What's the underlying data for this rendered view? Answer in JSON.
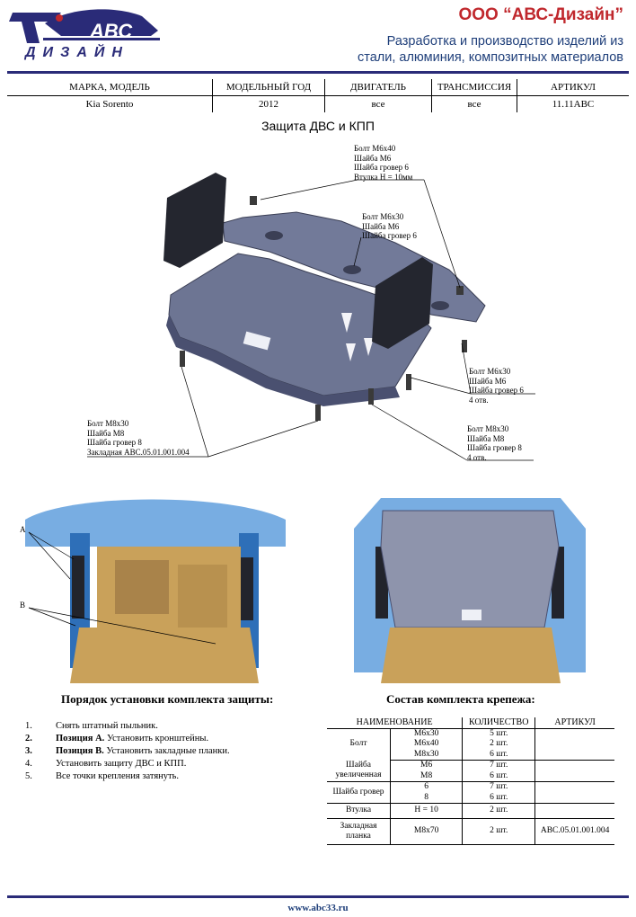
{
  "header": {
    "company": "ООО “АВС-Дизайн”",
    "subtitle_line1": "Разработка и производство изделий из",
    "subtitle_line2": "стали, алюминия, композитных материалов",
    "logo_text_top": "АВС",
    "logo_text_bottom": "ДИЗАЙН"
  },
  "info_table": {
    "headers": [
      "МАРКА, МОДЕЛЬ",
      "МОДЕЛЬНЫЙ ГОД",
      "ДВИГАТЕЛЬ",
      "ТРАНСМИССИЯ",
      "АРТИКУЛ"
    ],
    "values": [
      "Kia Sorento",
      "2012",
      "все",
      "все",
      "11.11АВС"
    ]
  },
  "title": "Защита ДВС и КПП",
  "callouts": {
    "top": "Болт М6х40\nШайба М6\nШайба гровер 6\nВтулка Н = 10мм",
    "middle": "Болт М6х30\nШайба М6\nШайба гровер 6",
    "right_upper": "Болт М6х30\nШайба М6\nШайба гровер 6\n4 отв.",
    "left_lower": "Болт М8х30\nШайба М8\nШайба гровер 8\nЗакладная АВС.05.01.001.004",
    "right_lower": "Болт М8х30\nШайба М8\nШайба гровер 8\n4 отв."
  },
  "photo_labels": {
    "a": "A",
    "b": "B"
  },
  "install": {
    "heading": "Порядок установки комплекта защиты:",
    "steps": [
      {
        "num": "1.",
        "bold": "",
        "text": "Снять штатный пыльник."
      },
      {
        "num": "2.",
        "bold": "Позиция А.",
        "text": " Установить кронштейны."
      },
      {
        "num": "3.",
        "bold": "Позиция В.",
        "text": " Установить закладные планки."
      },
      {
        "num": "4.",
        "bold": "",
        "text": "Установить защиту ДВС и КПП."
      },
      {
        "num": "5.",
        "bold": "",
        "text": "Все точки крепления затянуть."
      }
    ]
  },
  "parts": {
    "heading": "Состав комплекта крепежа:",
    "headers": [
      "НАИМЕНОВАНИЕ",
      "КОЛИЧЕСТВО",
      "АРТИКУЛ"
    ],
    "groups": [
      {
        "name": "Болт",
        "rows": [
          [
            "М6х30",
            "5 шт.",
            ""
          ],
          [
            "М6х40",
            "2 шт.",
            ""
          ],
          [
            "М8х30",
            "6 шт.",
            ""
          ]
        ]
      },
      {
        "name": "Шайба увеличенная",
        "rows": [
          [
            "М6",
            "7 шт.",
            ""
          ],
          [
            "М8",
            "6 шт.",
            ""
          ]
        ]
      },
      {
        "name": "Шайба гровер",
        "rows": [
          [
            "6",
            "7 шт.",
            ""
          ],
          [
            "8",
            "6 шт.",
            ""
          ]
        ]
      },
      {
        "name": "Втулка",
        "rows": [
          [
            "Н = 10",
            "2 шт.",
            ""
          ]
        ]
      },
      {
        "name": "Закладная планка",
        "rows": [
          [
            "М8х70",
            "2 шт.",
            "АВС.05.01.001.004"
          ]
        ]
      }
    ]
  },
  "footer": {
    "url": "www.abc33.ru"
  },
  "colors": {
    "brand_red": "#c0282d",
    "brand_blue": "#2a2b78",
    "plate": "#6d7593",
    "bracket": "#24262f",
    "engine": "#c9a15a",
    "frame": "#3a86d0"
  }
}
